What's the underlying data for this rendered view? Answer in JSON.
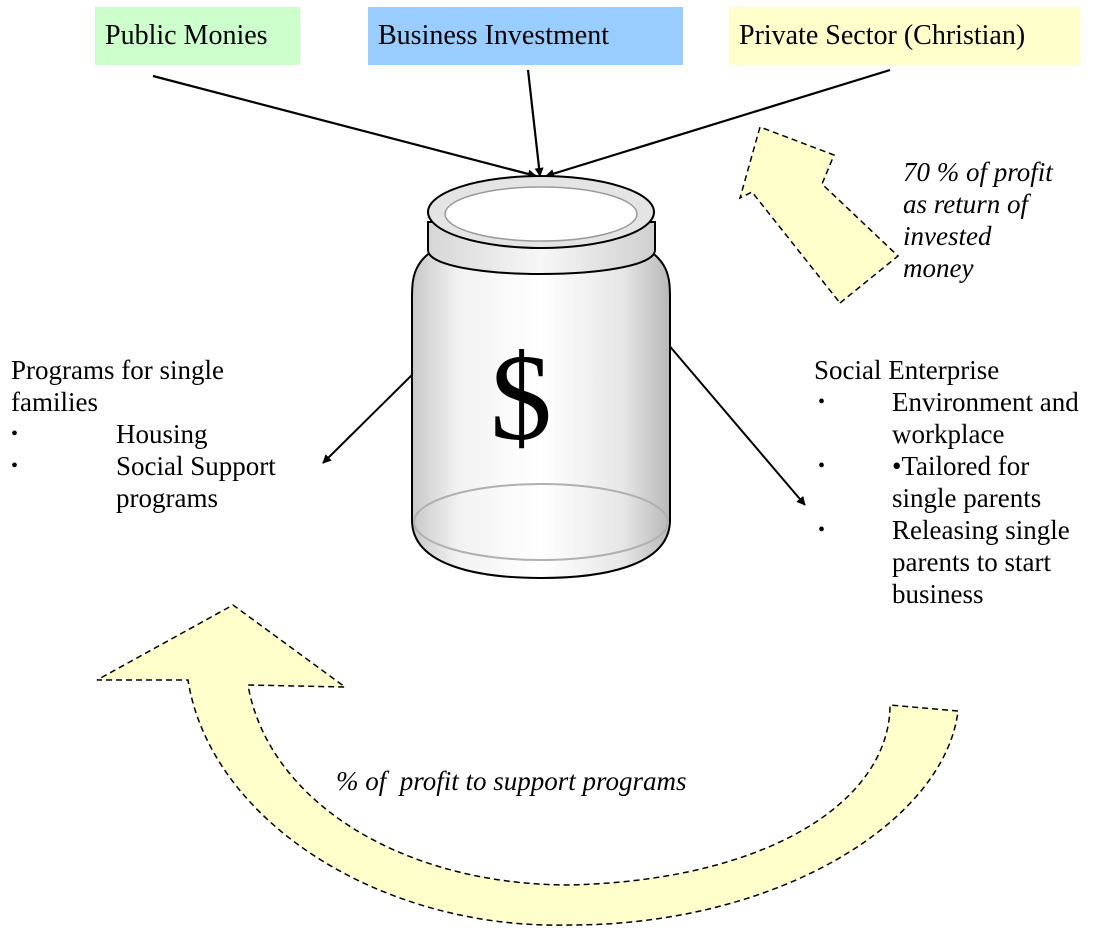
{
  "sources": {
    "public": {
      "label": "Public Monies",
      "color": "#ccffcc"
    },
    "business": {
      "label": "Business Investment",
      "color": "#99ccff"
    },
    "private": {
      "label": "Private Sector (Christian)",
      "color": "#ffffcc"
    }
  },
  "jar": {
    "symbol": "$"
  },
  "return_note": [
    "70 % of profit",
    "as return of",
    "invested",
    "money"
  ],
  "programs": {
    "title_lines": [
      "Programs for single",
      "families"
    ],
    "items": [
      "Housing",
      "Social Support",
      "programs"
    ]
  },
  "enterprise": {
    "title": "Social Enterprise",
    "items": [
      "Environment and",
      "workplace",
      "•Tailored for",
      "single parents",
      "Releasing single",
      "parents to start",
      "business"
    ]
  },
  "bottom_note": "% of  profit to support programs",
  "colors": {
    "arrow_fill": "#ffffcc",
    "line": "#000000"
  }
}
